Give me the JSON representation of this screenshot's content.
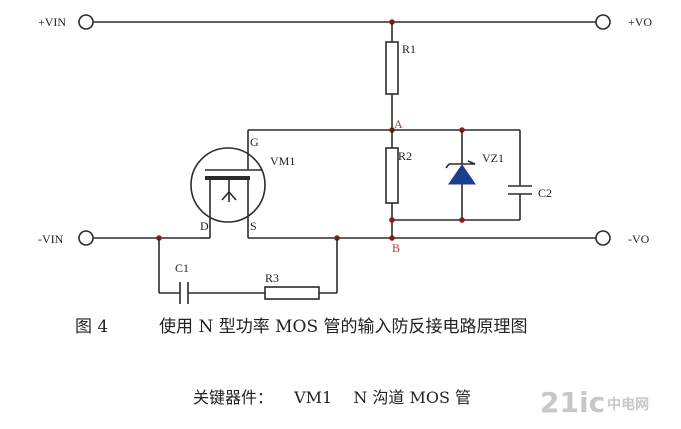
{
  "terminals": {
    "vin_pos": "+VIN",
    "vin_neg": "-VIN",
    "vo_pos": "+VO",
    "vo_neg": "-VO"
  },
  "components": {
    "r1": "R1",
    "r2": "R2",
    "r3": "R3",
    "c1": "C1",
    "c2": "C2",
    "vz1": "VZ1",
    "vm1": "VM1"
  },
  "mosfet_pins": {
    "gate": "G",
    "drain": "D",
    "source": "S"
  },
  "nodes": {
    "a": "A",
    "b": "B"
  },
  "caption": {
    "figure": "图 4",
    "title": "使用 N 型功率 MOS 管的输入防反接电路原理图"
  },
  "key_devices": {
    "label": "关键器件：",
    "device_id": "VM1",
    "device_desc": "N 沟道 MOS  管"
  },
  "watermark": {
    "main": "21ic",
    "sub": "中电网"
  }
}
